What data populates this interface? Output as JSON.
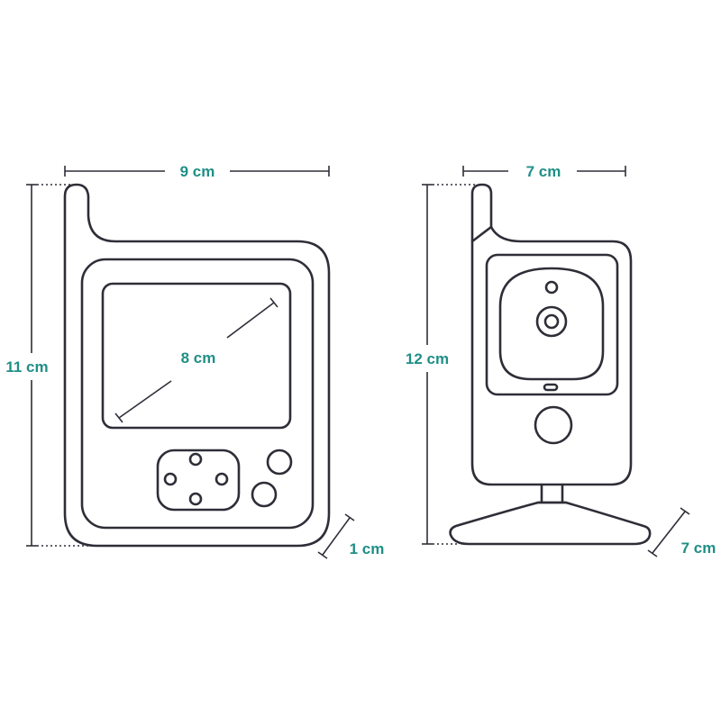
{
  "colors": {
    "outline": "#2e2e38",
    "accent": "#1f8f86",
    "background": "#ffffff"
  },
  "parent_unit": {
    "width_label": "9 cm",
    "height_label": "11 cm",
    "screen_diagonal_label": "8 cm",
    "depth_label": "1 cm"
  },
  "camera_unit": {
    "width_label": "7 cm",
    "height_label": "12 cm",
    "depth_label": "7 cm"
  }
}
